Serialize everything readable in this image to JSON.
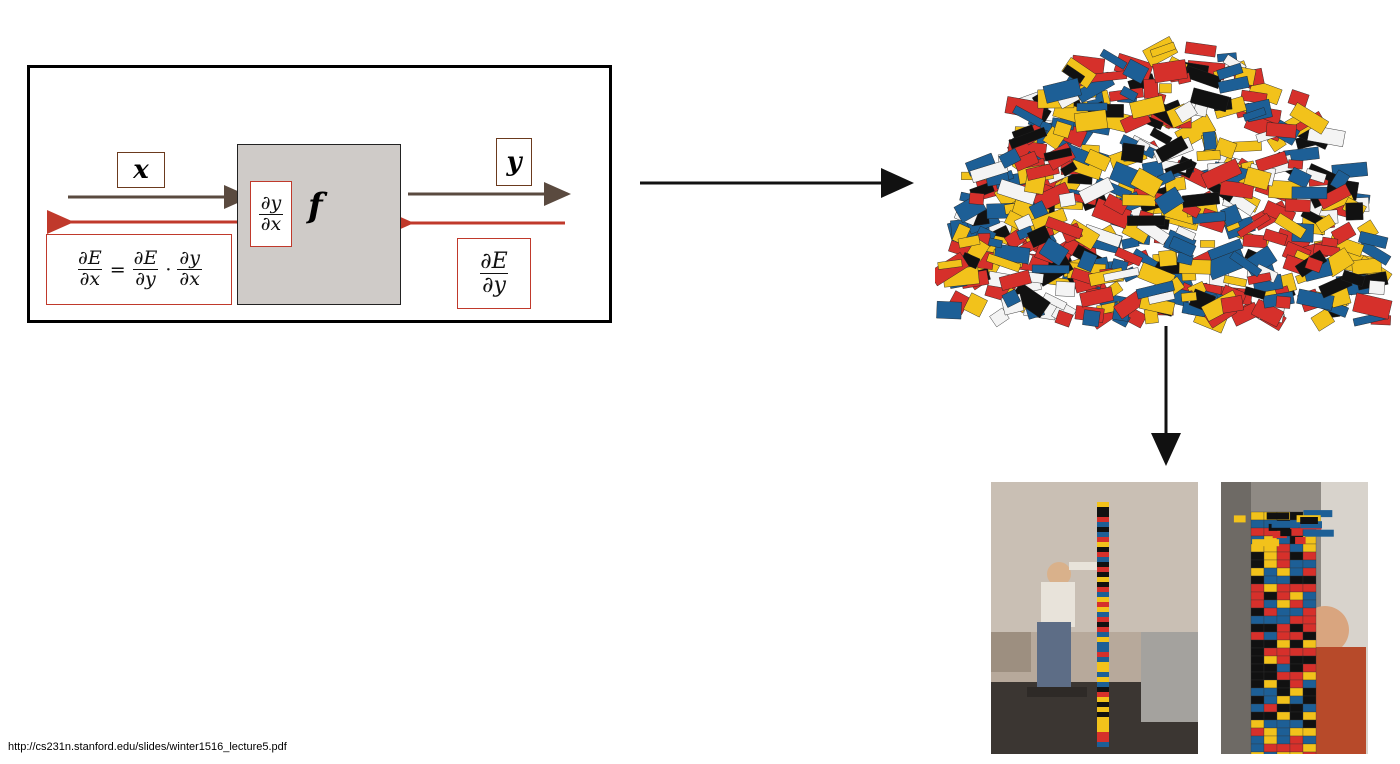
{
  "diagram": {
    "input_label": "x",
    "output_label": "y",
    "function_label": "f",
    "local_gradient": {
      "numerator": "∂y",
      "denominator": "∂x"
    },
    "upstream_gradient": {
      "numerator": "∂E",
      "denominator": "∂y"
    },
    "chain_rule": {
      "lhs": {
        "numerator": "∂E",
        "denominator": "∂x"
      },
      "eq": "=",
      "t1": {
        "numerator": "∂E",
        "denominator": "∂y"
      },
      "dot": "·",
      "t2": {
        "numerator": "∂y",
        "denominator": "∂x"
      }
    }
  },
  "colors": {
    "forward_arrow": "#5a4a3f",
    "backward_arrow": "#c0392b",
    "function_fill": "#cfcbc8",
    "label_border": "#6b3a1e"
  },
  "images": {
    "lego_pile": "pile of colorful lego bricks",
    "tower_photo_1": "child standing on chair next to a tall narrow lego tower",
    "tower_photo_2": "child building a wide multicolor lego tower"
  },
  "source_url": "http://cs231n.stanford.edu/slides/winter1516_lecture5.pdf"
}
